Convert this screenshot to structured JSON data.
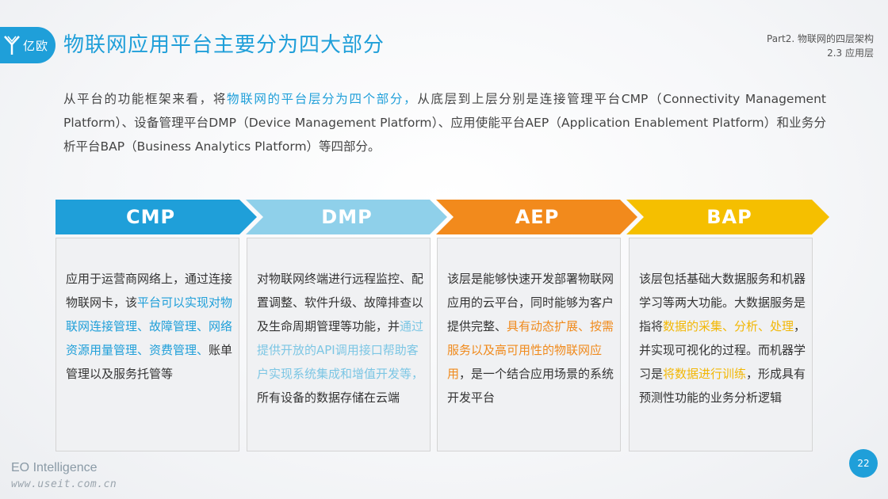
{
  "header": {
    "logo_text": "亿欧",
    "title": "物联网应用平台主要分为四大部分",
    "section_line1": "Part2. 物联网的四层架构",
    "section_line2": "2.3 应用层"
  },
  "intro": {
    "part1": "从平台的功能框架来看，将",
    "highlight": "物联网的平台层分为四个部分，",
    "part2": "从底层到上层分别是连接管理平台CMP（Connectivity Management Platform）、设备管理平台DMP（Device Management Platform）、应用使能平台AEP（Application Enablement Platform）和业务分析平台BAP（Business Analytics Platform）等四部分。"
  },
  "colors": {
    "cmp": "#1f9fd9",
    "dmp": "#8fd0ea",
    "aep": "#f28a1c",
    "bap": "#f5bf00"
  },
  "platforms": [
    {
      "label": "CMP",
      "desc": [
        {
          "t": "应用于运营商网络上，通过连接物联网卡，该"
        },
        {
          "t": "平台可以实现对物联网连接管理、故障管理、网络资源用量管理、资费管理、",
          "c": "blue"
        },
        {
          "t": "账单管理以及服务托管等"
        }
      ]
    },
    {
      "label": "DMP",
      "desc": [
        {
          "t": "对物联网终端进行远程监控、配置调整、软件升级、故障排查以及生命周期管理等功能，并"
        },
        {
          "t": "通过提供开放的API调用接口帮助客户实现系统集成和增值开发等，",
          "c": "lblue"
        },
        {
          "t": "所有设备的数据存储在云端"
        }
      ]
    },
    {
      "label": "AEP",
      "desc": [
        {
          "t": "该层是能够快速开发部署物联网应用的云平台，同时能够为客户提供完整、"
        },
        {
          "t": "具有动态扩展、按需服务以及高可用性的物联网应用",
          "c": "orange"
        },
        {
          "t": "，是一个结合应用场景的系统开发平台"
        }
      ]
    },
    {
      "label": "BAP",
      "desc": [
        {
          "t": "该层包括基础大数据服务和机器学习等两大功能。大数据服务是指将"
        },
        {
          "t": "数据的采集、分析、处理",
          "c": "yellow"
        },
        {
          "t": "，并实现可视化的过程。而机器学习是"
        },
        {
          "t": "将数据进行训练",
          "c": "yellow"
        },
        {
          "t": "，形成具有预测性功能的业务分析逻辑"
        }
      ]
    }
  ],
  "footer": {
    "brand": "EO Intelligence",
    "url": "www.useit.com.cn",
    "page_number": "22"
  }
}
